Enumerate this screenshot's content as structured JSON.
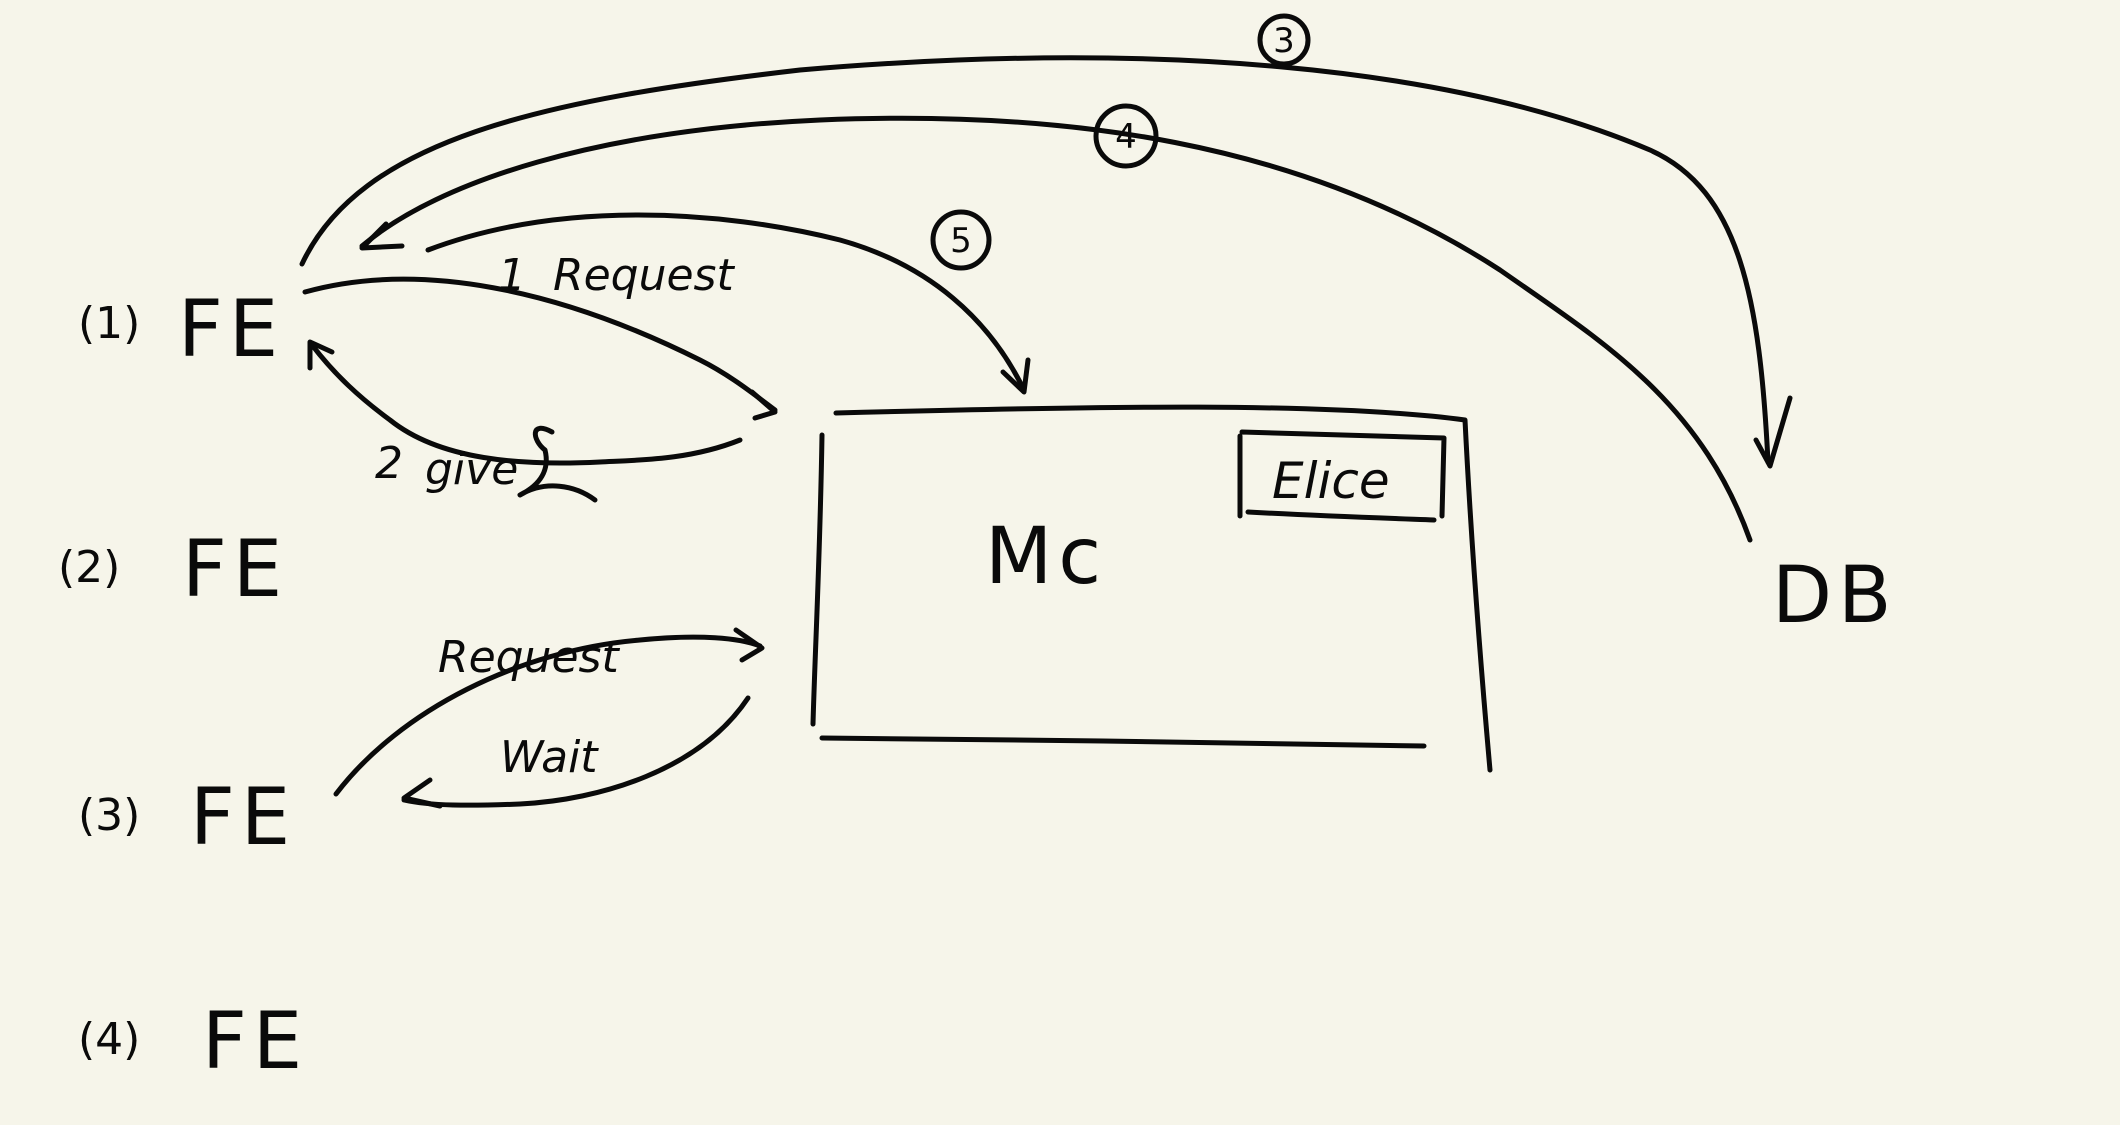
{
  "nodes": {
    "fe1": {
      "index": "(1)",
      "label": "FE"
    },
    "fe2": {
      "index": "(2)",
      "label": "FE"
    },
    "fe3": {
      "index": "(3)",
      "label": "FE"
    },
    "fe4": {
      "index": "(4)",
      "label": "FE"
    },
    "mc": {
      "label": "Mc",
      "inner_label": "Elice"
    },
    "db": {
      "label": "DB"
    }
  },
  "arrows": {
    "fe1_request": {
      "marker": "1",
      "label": "Request"
    },
    "fe1_give": {
      "marker": "2",
      "label": "give"
    },
    "fe1_to_db": {
      "marker": "3"
    },
    "db_to_fe1": {
      "marker": "4"
    },
    "fe1_to_mc": {
      "marker": "5"
    },
    "fe3_request": {
      "label": "Request"
    },
    "fe3_wait": {
      "label": "Wait"
    }
  }
}
